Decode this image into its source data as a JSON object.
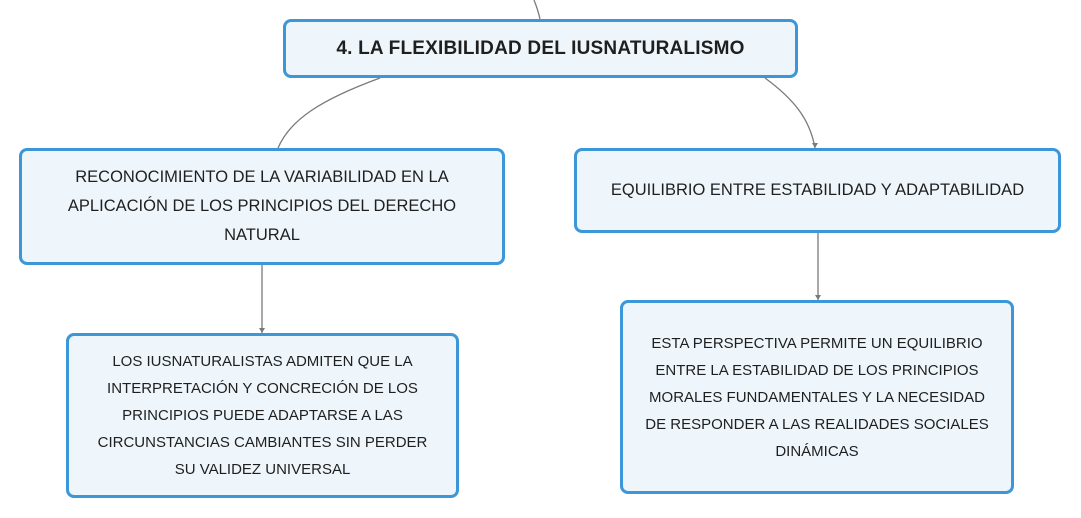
{
  "map": {
    "root": "4. LA FLEXIBILIDAD DEL IUSNATURALISMO",
    "left_branch": "RECONOCIMIENTO DE LA VARIABILIDAD EN LA APLICACIÓN DE LOS PRINCIPIOS DEL DERECHO NATURAL",
    "right_branch": "EQUILIBRIO ENTRE ESTABILIDAD Y ADAPTABILIDAD",
    "left_detail": "LOS IUSNATURALISTAS ADMITEN QUE LA INTERPRETACIÓN Y CONCRECIÓN DE LOS PRINCIPIOS PUEDE ADAPTARSE A LAS CIRCUNSTANCIAS CAMBIANTES SIN PERDER SU VALIDEZ UNIVERSAL",
    "right_detail": "ESTA PERSPECTIVA PERMITE UN EQUILIBRIO ENTRE LA ESTABILIDAD DE LOS PRINCIPIOS MORALES FUNDAMENTALES Y LA NECESIDAD DE RESPONDER A LAS REALIDADES SOCIALES DINÁMICAS"
  },
  "colors": {
    "node_border": "#3b97d7",
    "node_fill": "#eef6fb",
    "connector": "#7a7a7a"
  }
}
